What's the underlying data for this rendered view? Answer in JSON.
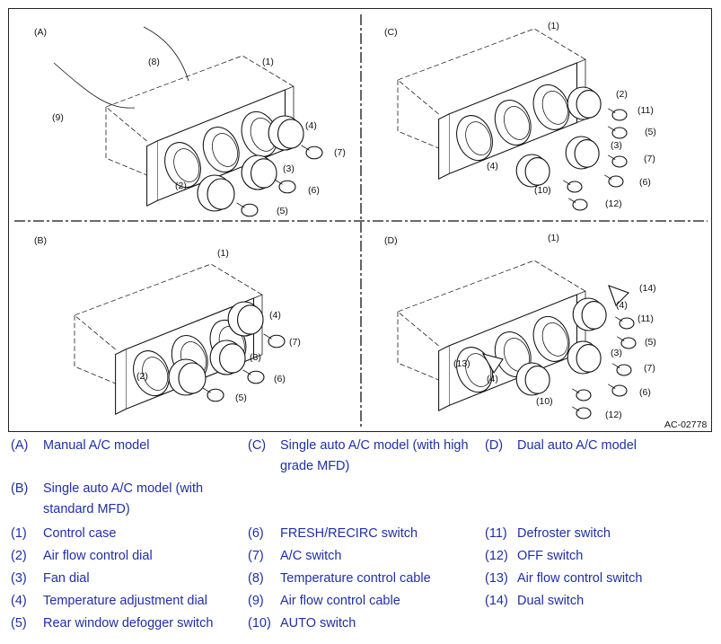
{
  "figure": {
    "code": "AC-02778",
    "panels": [
      {
        "id": "A",
        "tag": "(A)",
        "callouts": [
          "(1)",
          "(2)",
          "(3)",
          "(4)",
          "(5)",
          "(6)",
          "(7)",
          "(8)",
          "(9)"
        ]
      },
      {
        "id": "B",
        "tag": "(B)",
        "callouts": [
          "(1)",
          "(2)",
          "(3)",
          "(4)",
          "(5)",
          "(6)",
          "(7)"
        ]
      },
      {
        "id": "C",
        "tag": "(C)",
        "callouts": [
          "(1)",
          "(2)",
          "(3)",
          "(4)",
          "(5)",
          "(6)",
          "(7)",
          "(10)",
          "(11)",
          "(12)"
        ]
      },
      {
        "id": "D",
        "tag": "(D)",
        "callouts": [
          "(1)",
          "(3)",
          "(4)",
          "(4)",
          "(5)",
          "(6)",
          "(7)",
          "(10)",
          "(11)",
          "(12)",
          "(13)",
          "(14)"
        ]
      }
    ]
  },
  "legend": [
    {
      "key": "(A)",
      "text": "Manual A/C model"
    },
    {
      "key": "(C)",
      "text": "Single auto A/C model (with high grade MFD)"
    },
    {
      "key": "(D)",
      "text": "Dual auto A/C model"
    },
    {
      "key": "(B)",
      "text": "Single auto A/C model (with standard MFD)"
    },
    {
      "key": "(1)",
      "text": "Control case"
    },
    {
      "key": "(6)",
      "text": "FRESH/RECIRC switch"
    },
    {
      "key": "(11)",
      "text": "Defroster switch"
    },
    {
      "key": "(2)",
      "text": "Air flow control dial"
    },
    {
      "key": "(7)",
      "text": "A/C switch"
    },
    {
      "key": "(12)",
      "text": "OFF switch"
    },
    {
      "key": "(3)",
      "text": "Fan dial"
    },
    {
      "key": "(8)",
      "text": "Temperature control cable"
    },
    {
      "key": "(13)",
      "text": "Air flow control switch"
    },
    {
      "key": "(4)",
      "text": "Temperature adjustment dial"
    },
    {
      "key": "(9)",
      "text": "Air flow control cable"
    },
    {
      "key": "(14)",
      "text": "Dual switch"
    },
    {
      "key": "(5)",
      "text": "Rear window defogger switch"
    },
    {
      "key": "(10)",
      "text": "AUTO switch"
    }
  ]
}
